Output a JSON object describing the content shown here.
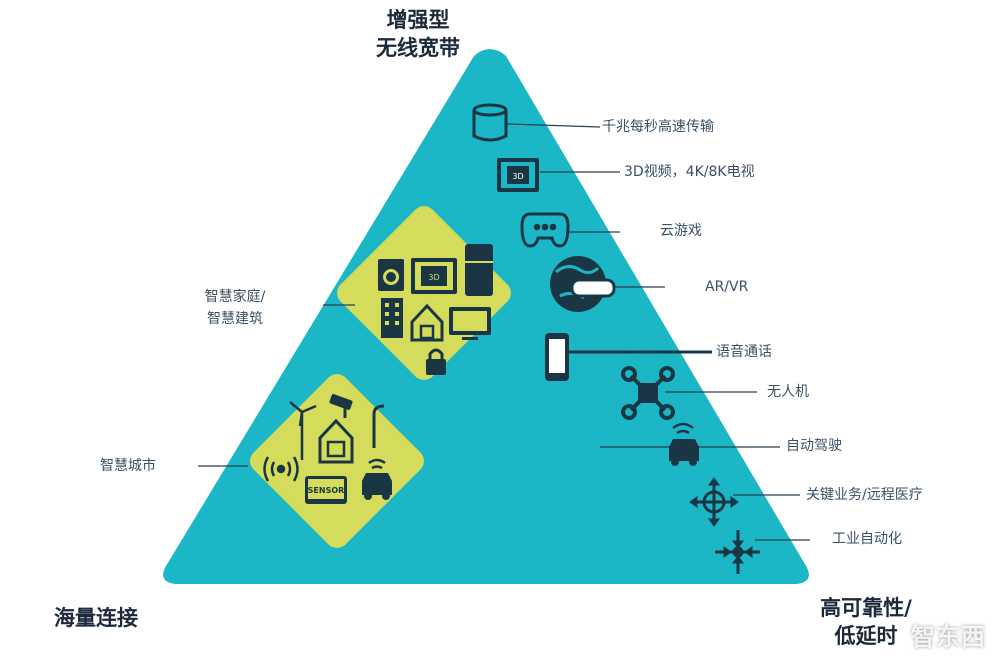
{
  "corners": {
    "top": [
      "增强型",
      "无线宽带"
    ],
    "bottom_left": "海量连接",
    "bottom_right": [
      "高可靠性/",
      "低延时"
    ]
  },
  "segments": {
    "smart_home": [
      "智慧家庭/",
      "智慧建筑"
    ],
    "smart_city": "智慧城市"
  },
  "applications": [
    {
      "label": "千兆每秒高速传输",
      "icon": "database-icon"
    },
    {
      "label": "3D视频，4K/8K电视",
      "icon": "tv-3d-icon"
    },
    {
      "label": "云游戏",
      "icon": "gamepad-icon"
    },
    {
      "label": "AR/VR",
      "icon": "vr-globe-icon"
    },
    {
      "label": "语音通话",
      "icon": "phone-icon"
    },
    {
      "label": "无人机",
      "icon": "drone-icon"
    },
    {
      "label": "自动驾驶",
      "icon": "connected-car-icon"
    },
    {
      "label": "关键业务/远程医疗",
      "icon": "arrows-cross-icon"
    },
    {
      "label": "工业自动化",
      "icon": "industrial-arrows-icon"
    }
  ],
  "icon_text": {
    "sensor": "SENSOR",
    "tv3d": "3D"
  },
  "watermark": "智东西",
  "colors": {
    "triangle": "#1bb7c6",
    "diamond": "#d5db5b",
    "icon_dark": "#1a3645",
    "line": "#2b3f50"
  }
}
